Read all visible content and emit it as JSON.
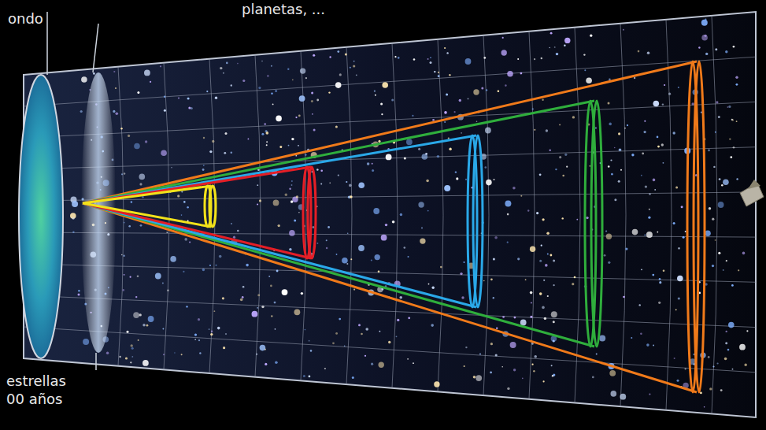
{
  "diagram": {
    "labels": [
      "ondo",
      "planetas, ...",
      "estrellas",
      "00 años"
    ]
  }
}
